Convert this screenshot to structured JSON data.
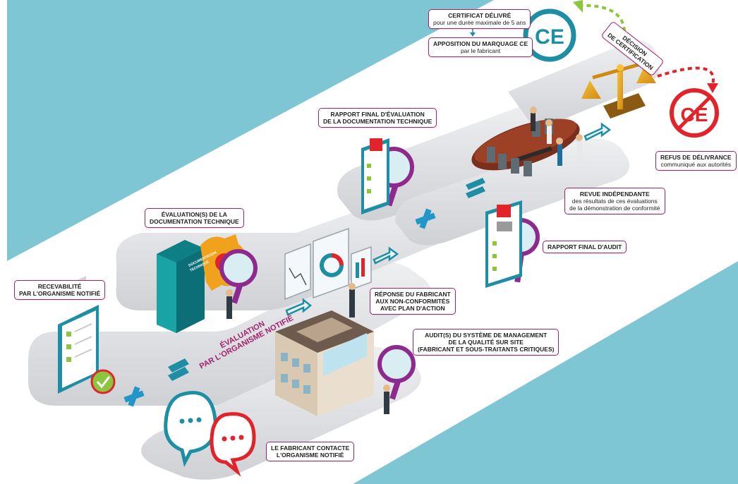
{
  "labels": {
    "certificat": {
      "line1": "CERTIFICAT DÉLIVRÉ",
      "line2": "pour une durée maximale de 5 ans"
    },
    "apposition": {
      "line1": "APPOSITION DU MARQUAGE CE",
      "line2": "par le fabricant"
    },
    "decision": {
      "line1": "DÉCISION",
      "line2": "DE CERTIFICATION"
    },
    "refus": {
      "line1": "REFUS DE DÉLIVRANCE",
      "line2": "communiqué aux autorités"
    },
    "rapport_final_eval": {
      "line1": "RAPPORT FINAL D'ÉVALUATION",
      "line2": "DE LA DOCUMENTATION TECHNIQUE"
    },
    "revue": {
      "line1": "REVUE INDÉPENDANTE",
      "line2": "des résultats de ces évaluations",
      "line3": "de la démonstration de conformité"
    },
    "evaluations_doc": {
      "line1": "ÉVALUATION(S) DE LA",
      "line2": "DOCUMENTATION TECHNIQUE"
    },
    "rapport_final_audit": {
      "line1": "RAPPORT FINAL D'AUDIT"
    },
    "recevabilite": {
      "line1": "RECEVABILITÉ",
      "line2": "PAR L'ORGANISME NOTIFIÉ"
    },
    "reponse": {
      "line1": "RÉPONSE DU FABRICANT",
      "line2": "AUX NON-CONFORMITÉS",
      "line3": "AVEC PLAN D'ACTION"
    },
    "evaluation_on": {
      "line1": "ÉVALUATION",
      "line2": "PAR L'ORGANISME NOTIFIÉ"
    },
    "audits": {
      "line1": "AUDIT(S) DU SYSTÈME DE MANAGEMENT",
      "line2": "DE LA QUALITÉ SUR SITE",
      "line3": "(FABRICANT ET SOUS-TRAITANTS CRITIQUES)"
    },
    "contact": {
      "line1": "LE FABRICANT CONTACTE",
      "line2": "L'ORGANISME NOTIFIÉ"
    },
    "binder_text": {
      "line1": "DOCUMENTATION",
      "line2": "TECHNIQUE"
    }
  },
  "ce_mark": "CE",
  "colors": {
    "teal": "#7fc6d4",
    "magenta": "#a3226d",
    "blue": "#1d8ea3",
    "red": "#e2232a",
    "green": "#8cc63f",
    "platform": "#dadbde"
  }
}
